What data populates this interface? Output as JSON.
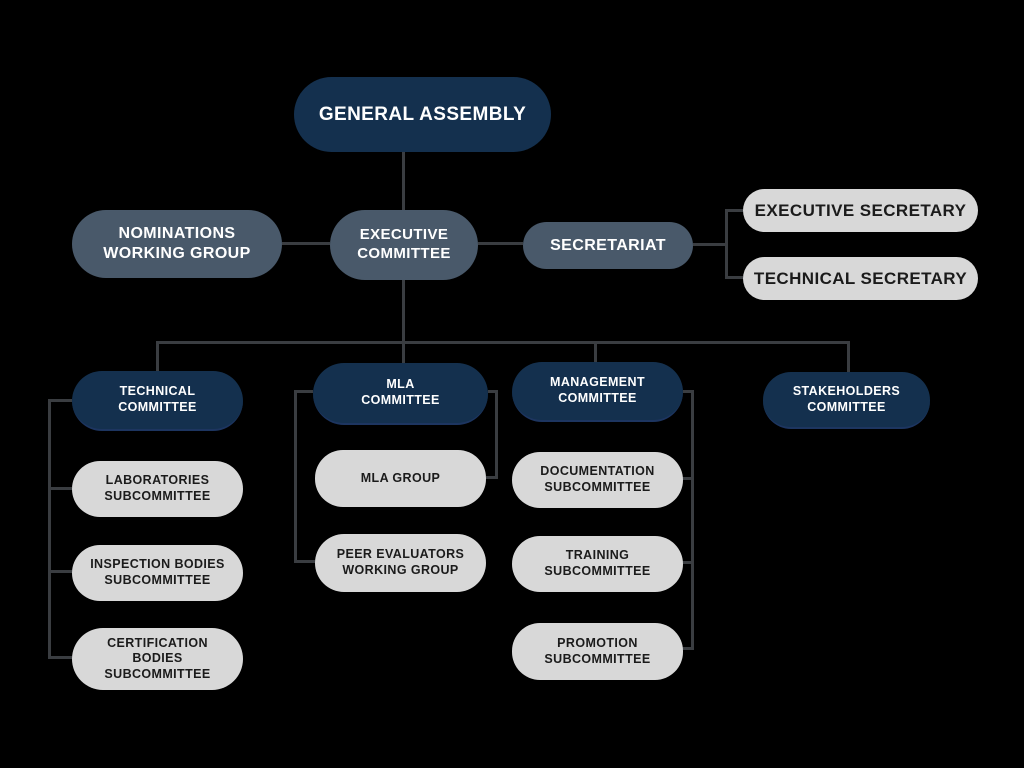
{
  "diagram": {
    "background": "#000000",
    "palette": {
      "navy": "#14304e",
      "slate": "#49596a",
      "light_gray": "#d8d8d8",
      "connector_line": "#3a3d41",
      "text_on_dark": "#ffffff",
      "text_on_light": "#1b1b1b"
    },
    "nodes": {
      "general_assembly": {
        "label": "GENERAL ASSEMBLY"
      },
      "nominations_working_group": {
        "label": "NOMINATIONS WORKING GROUP"
      },
      "executive_committee": {
        "label": "EXECUTIVE COMMITTEE"
      },
      "secretariat": {
        "label": "SECRETARIAT"
      },
      "executive_secretary": {
        "label": "EXECUTIVE SECRETARY"
      },
      "technical_secretary": {
        "label": "TECHNICAL SECRETARY"
      },
      "technical_committee": {
        "label": "TECHNICAL COMMITTEE"
      },
      "mla_committee": {
        "label": "MLA COMMITTEE"
      },
      "management_committee": {
        "label": "MANAGEMENT COMMITTEE"
      },
      "stakeholders_committee": {
        "label": "STAKEHOLDERS COMMITTEE"
      },
      "laboratories_subcommittee": {
        "label": "LABORATORIES SUBCOMMITTEE"
      },
      "inspection_bodies_subcommittee": {
        "label": "INSPECTION BODIES SUBCOMMITTEE"
      },
      "certification_bodies_subcommittee": {
        "label": "CERTIFICATION BODIES SUBCOMMITTEE"
      },
      "mla_group": {
        "label": "MLA GROUP"
      },
      "peer_evaluators_working_group": {
        "label": "PEER EVALUATORS WORKING GROUP"
      },
      "documentation_subcommittee": {
        "label": "DOCUMENTATION SUBCOMMITTEE"
      },
      "training_subcommittee": {
        "label": "TRAINING SUBCOMMITTEE"
      },
      "promotion_subcommittee": {
        "label": "PROMOTION SUBCOMMITTEE"
      }
    }
  }
}
